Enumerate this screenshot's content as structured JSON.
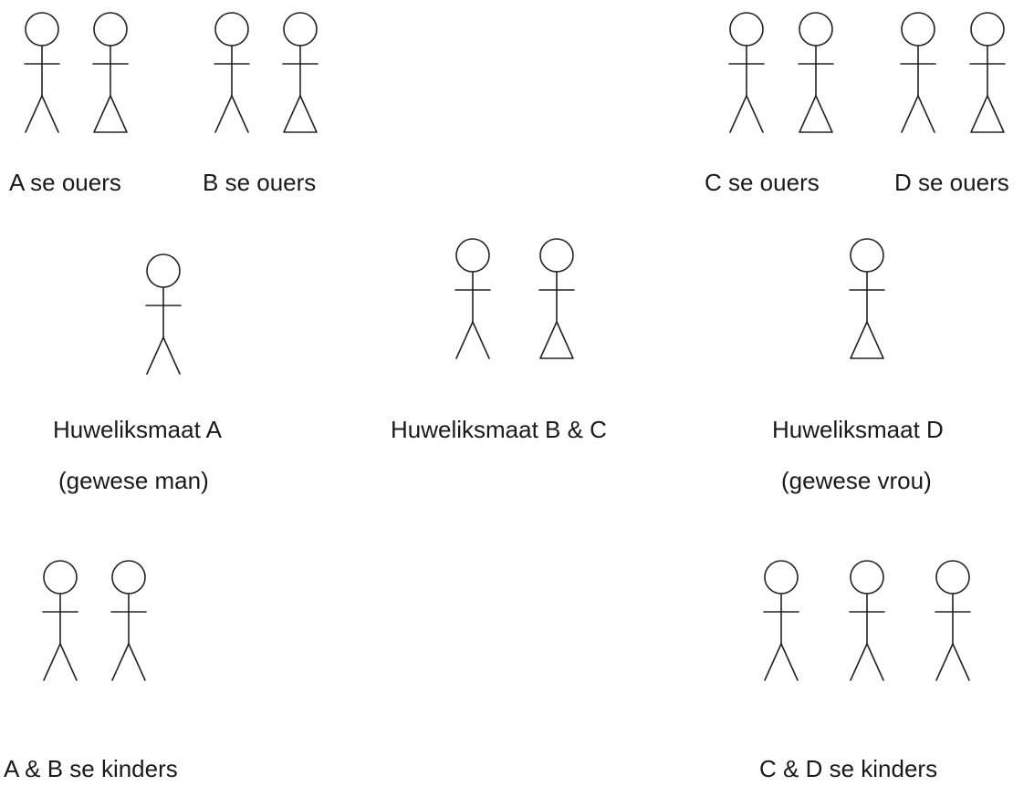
{
  "groups": {
    "a_parents": "A se ouers",
    "b_parents": "B se ouers",
    "c_parents": "C se ouers",
    "d_parents": "D se ouers",
    "spouse_a": "Huweliksmaat A",
    "spouse_a_note": "(gewese man)",
    "spouse_bc": "Huweliksmaat B & C",
    "spouse_d": "Huweliksmaat D",
    "spouse_d_note": "(gewese vrou)",
    "ab_children": "A & B se kinders",
    "cd_children": "C & D se kinders"
  },
  "figures": [
    {
      "group": "a_parents",
      "kind": "male"
    },
    {
      "group": "a_parents",
      "kind": "female"
    },
    {
      "group": "b_parents",
      "kind": "male"
    },
    {
      "group": "b_parents",
      "kind": "female"
    },
    {
      "group": "c_parents",
      "kind": "male"
    },
    {
      "group": "c_parents",
      "kind": "female"
    },
    {
      "group": "d_parents",
      "kind": "male"
    },
    {
      "group": "d_parents",
      "kind": "female"
    },
    {
      "group": "spouse_a",
      "kind": "male"
    },
    {
      "group": "spouse_bc",
      "kind": "male"
    },
    {
      "group": "spouse_bc",
      "kind": "female"
    },
    {
      "group": "spouse_d",
      "kind": "female"
    },
    {
      "group": "ab_children",
      "kind": "male"
    },
    {
      "group": "ab_children",
      "kind": "male"
    },
    {
      "group": "cd_children",
      "kind": "male"
    },
    {
      "group": "cd_children",
      "kind": "male"
    },
    {
      "group": "cd_children",
      "kind": "male"
    }
  ],
  "colors": {
    "stroke": "#222222",
    "text": "#1a1a1a",
    "background": "#ffffff"
  }
}
